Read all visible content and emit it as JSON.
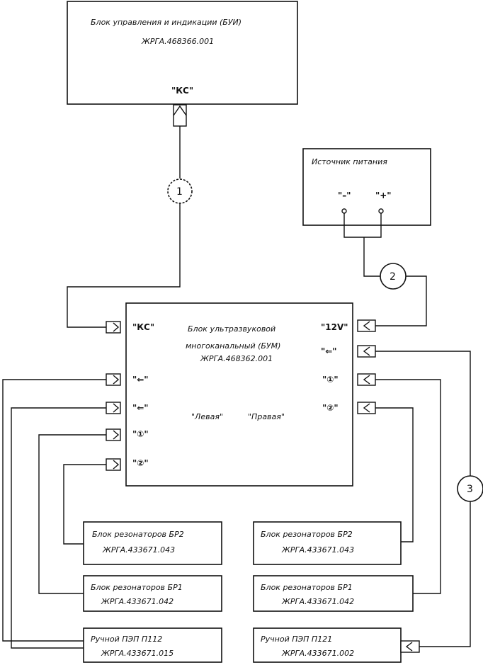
{
  "bui": {
    "title": "Блок управления и индикации (БУИ)",
    "code": "ЖРГА.468366.001",
    "port_ks": "\"КС\""
  },
  "psu": {
    "title": "Источник питания",
    "minus": "\"–\"",
    "plus": "\"+\""
  },
  "bum": {
    "title_line1": "Блок ультразвуковой",
    "title_line2": "многоканальный (БУМ)",
    "code": "ЖРГА.468362.001",
    "port_ks": "\"КС\"",
    "port_12v": "\"12V\"",
    "port_left_1": "\"⇐\"",
    "port_left_2": "\"⇐\"",
    "port_left_3": "\"①\"",
    "port_left_4": "\"②\"",
    "port_right_1": "\"⇐\"",
    "port_right_2": "\"①\"",
    "port_right_3": "\"②\"",
    "side_left": "\"Левая\"",
    "side_right": "\"Правая\""
  },
  "cables": {
    "c1": "1",
    "c2": "2",
    "c3": "3"
  },
  "blocks": [
    {
      "name": "Блок резонаторов БР2",
      "code": "ЖРГА.433671.043"
    },
    {
      "name": "Блок резонаторов БР2",
      "code": "ЖРГА.433671.043"
    },
    {
      "name": "Блок резонаторов БР1",
      "code": "ЖРГА.433671.042"
    },
    {
      "name": "Блок резонаторов БР1",
      "code": "ЖРГА.433671.042"
    },
    {
      "name": "Ручной ПЭП П112",
      "code": "ЖРГА.433671.015"
    },
    {
      "name": "Ручной ПЭП П121",
      "code": "ЖРГА.433671.002"
    }
  ]
}
